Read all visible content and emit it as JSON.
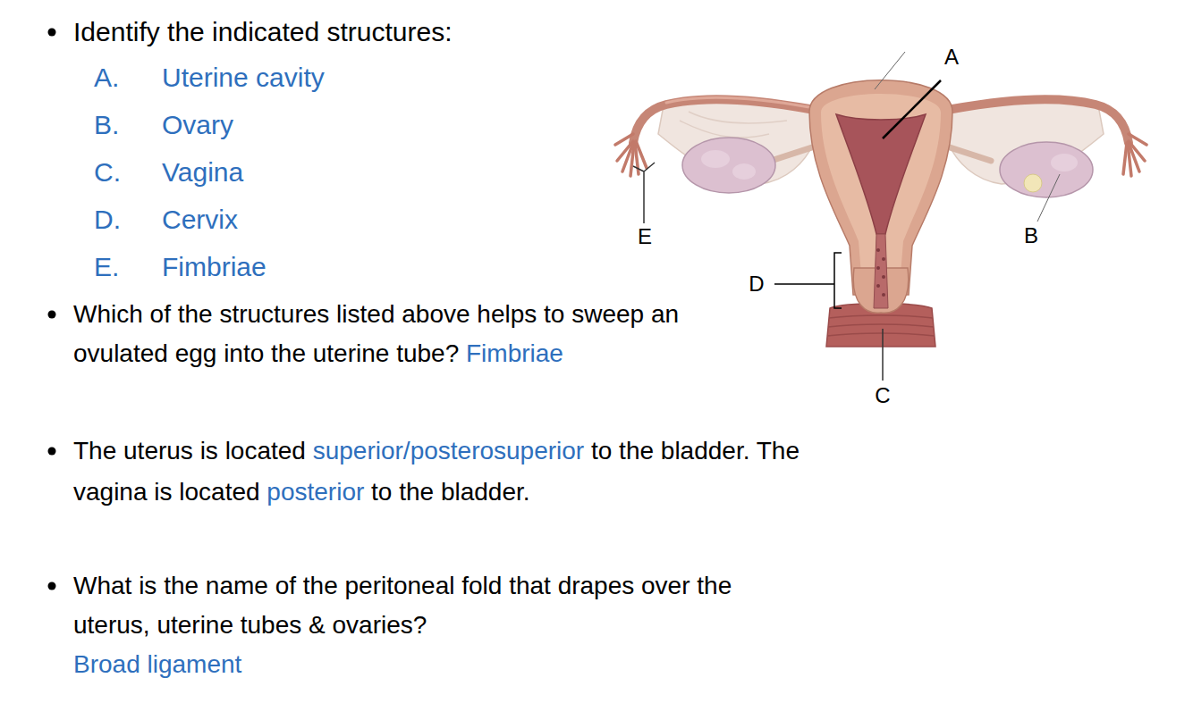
{
  "diagram": {
    "labels": [
      "Identify the indicated structures:",
      "A.",
      "Uterine cavity",
      "B.",
      "Ovary",
      "C.",
      "Vagina",
      "D.",
      "Cervix",
      "E.",
      "Fimbriae",
      "Which of the structures listed above helps to sweep an ovulated egg into the uterine tube?",
      "Fimbriae",
      "The uterus is located",
      "superior/posterosuperior",
      "to the bladder. The vagina is located",
      "posterior",
      "to the bladder.",
      "What is the name of the peritoneal fold that drapes over the uterus, uterine tubes & ovaries?",
      "Broad ligament",
      "A",
      "B",
      "C",
      "D",
      "E"
    ]
  }
}
